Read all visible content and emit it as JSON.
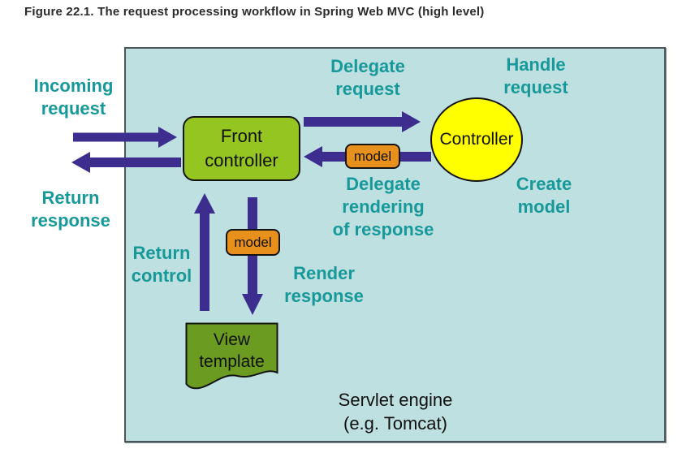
{
  "figure_caption": "Figure 22.1. The request processing workflow in Spring Web MVC (high level)",
  "diagram": {
    "nodes": {
      "front_controller": "Front\ncontroller",
      "controller": "Controller",
      "view_template": "View\ntemplate",
      "model_badge_top": "model",
      "model_badge_bottom": "model"
    },
    "flow_labels": {
      "incoming_request": "Incoming\nrequest",
      "return_response": "Return\nresponse",
      "delegate_request": "Delegate\nrequest",
      "handle_request": "Handle\nrequest",
      "delegate_rendering": "Delegate\nrendering\nof response",
      "create_model": "Create\nmodel",
      "return_control": "Return\ncontrol",
      "render_response": "Render\nresponse"
    },
    "container_label": "Servlet engine\n(e.g. Tomcat)",
    "colors": {
      "container_fill": "#bfe0e1",
      "container_border": "#4b565a",
      "front_controller_fill": "#94c521",
      "controller_fill": "#ffff00",
      "view_template_fill": "#6b9c21",
      "model_fill": "#e7911c",
      "arrow": "#3c2d8f",
      "label_teal": "#17999a"
    }
  }
}
